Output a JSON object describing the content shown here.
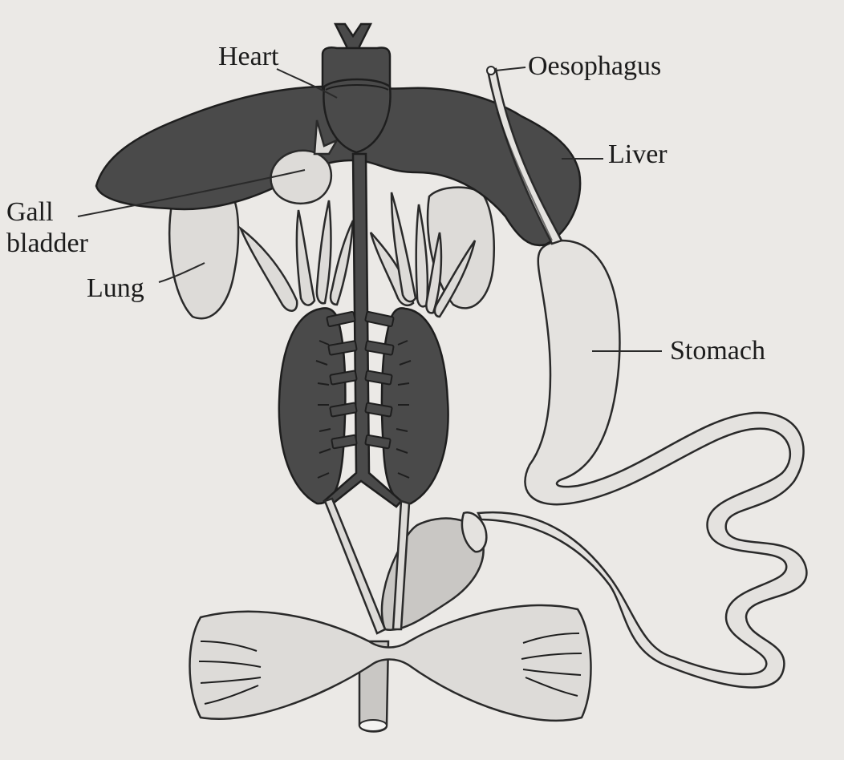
{
  "labels": {
    "heart": "Heart",
    "oesophagus": "Oesophagus",
    "liver": "Liver",
    "gall_bladder_line1": "Gall",
    "gall_bladder_line2": "bladder",
    "lung": "Lung",
    "stomach": "Stomach"
  }
}
